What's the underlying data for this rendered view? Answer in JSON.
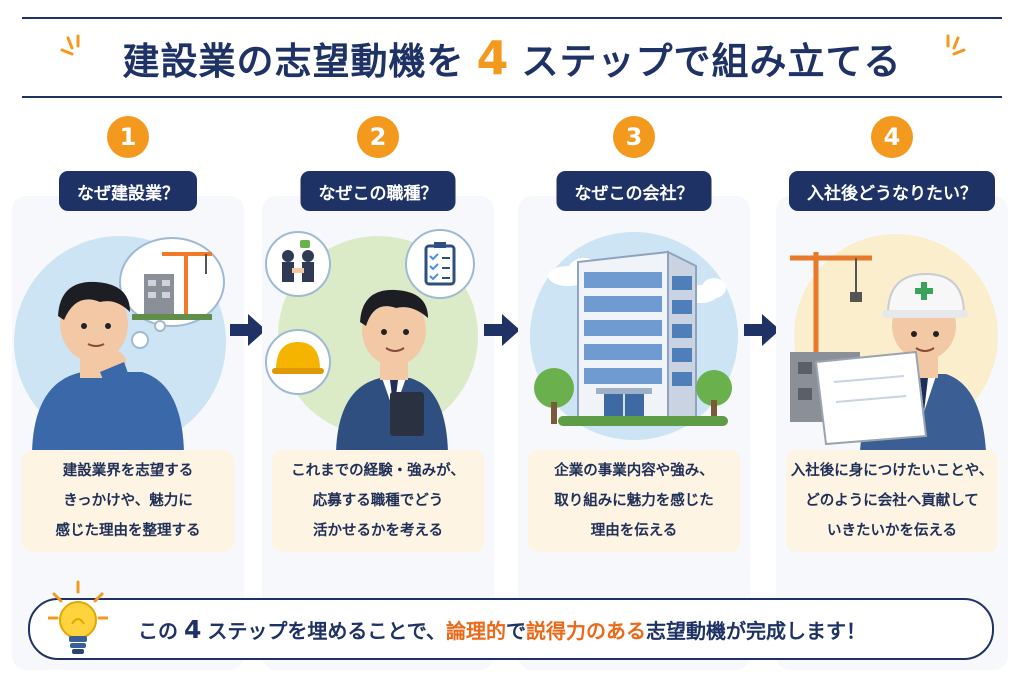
{
  "title": {
    "pre": "建設業の志望動機を",
    "number": "4",
    "post": "ステップで組み立てる"
  },
  "steps": [
    {
      "number": "1",
      "title": "なぜ建設業？",
      "lines": [
        "建設業界を志望する",
        "きっかけや、魅力に",
        "感じた理由を整理する"
      ],
      "illustration": "person-thinking-about-construction-site"
    },
    {
      "number": "2",
      "title": "なぜこの職種？",
      "lines": [
        "これまでの経験・強みが、",
        "応募する職種でどう",
        "活かせるかを考える"
      ],
      "illustration": "person-with-handshake-checklist-helmet"
    },
    {
      "number": "3",
      "title": "なぜこの会社？",
      "lines": [
        "企業の事業内容や強み、",
        "取り組みに魅力を感じた",
        "理由を伝える"
      ],
      "illustration": "office-building"
    },
    {
      "number": "4",
      "title": "入社後どうなりたい？",
      "lines": [
        "入社後に身につけたいことや、",
        "どのように会社へ貢献して",
        "いきたいかを伝える"
      ],
      "illustration": "worker-with-helmet-and-blueprint"
    }
  ],
  "banner": {
    "pre": "この",
    "number": "4",
    "mid": "ステップを埋めることで、",
    "hl1": "論理的",
    "mid2": "で",
    "hl2": "説得力のある",
    "post": "志望動機が完成します！",
    "icon": "light-bulb-icon"
  },
  "colors": {
    "navy": "#1f3266",
    "orange": "#f39a1e",
    "highlight": "#ea6a1a",
    "card": "#f7f8fb",
    "desc_bg": "#fdf4e3"
  }
}
